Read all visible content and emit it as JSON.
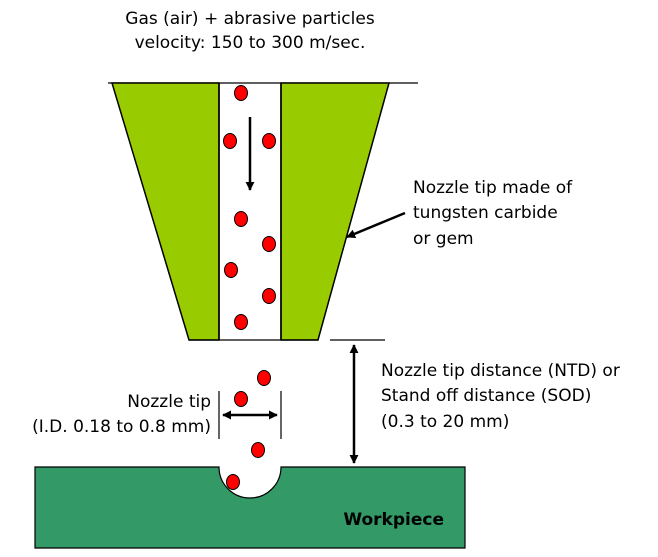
{
  "header": {
    "line1": "Gas (air) + abrasive particles",
    "line2": "velocity: 150 to 300 m/sec."
  },
  "nozzle_material": {
    "line1": "Nozzle tip made of",
    "line2": "tungsten carbide",
    "line3": "or gem"
  },
  "standoff": {
    "line1": "Nozzle tip distance (NTD) or",
    "line2": "Stand off distance (SOD)",
    "line3": "(0.3 to 20 mm)"
  },
  "nozzle_tip": {
    "line1": "Nozzle tip",
    "line2": "(I.D. 0.18 to 0.8 mm)"
  },
  "workpiece": {
    "label": "Workpiece"
  },
  "colors": {
    "nozzle_body": "#99cc00",
    "workpiece": "#339966",
    "particle": "#ff0000",
    "outline": "#000000"
  }
}
